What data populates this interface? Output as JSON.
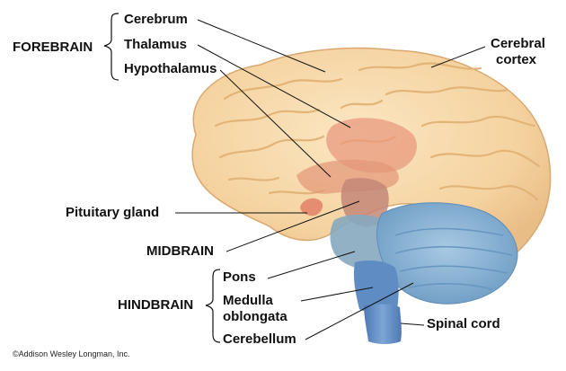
{
  "diagram": {
    "groups": {
      "forebrain": "FOREBRAIN",
      "midbrain": "MIDBRAIN",
      "hindbrain": "HINDBRAIN"
    },
    "labels": {
      "cerebrum": "Cerebrum",
      "thalamus": "Thalamus",
      "hypothalamus": "Hypothalamus",
      "cerebral_cortex_line1": "Cerebral",
      "cerebral_cortex_line2": "cortex",
      "pituitary_gland": "Pituitary gland",
      "pons": "Pons",
      "medulla_line1": "Medulla",
      "medulla_line2": "oblongata",
      "cerebellum": "Cerebellum",
      "spinal_cord": "Spinal cord"
    },
    "copyright": "©Addison Wesley Longman, Inc.",
    "colors": {
      "cerebrum": "#f6d7a4",
      "gyri_lines": "#e6b97c",
      "thalamus": "#e89a7d",
      "midbrain": "#c98a78",
      "brainstem": "#7fa9c8",
      "cerebellum": "#8fb8d8",
      "spinal_cord": "#5b86c0"
    }
  }
}
